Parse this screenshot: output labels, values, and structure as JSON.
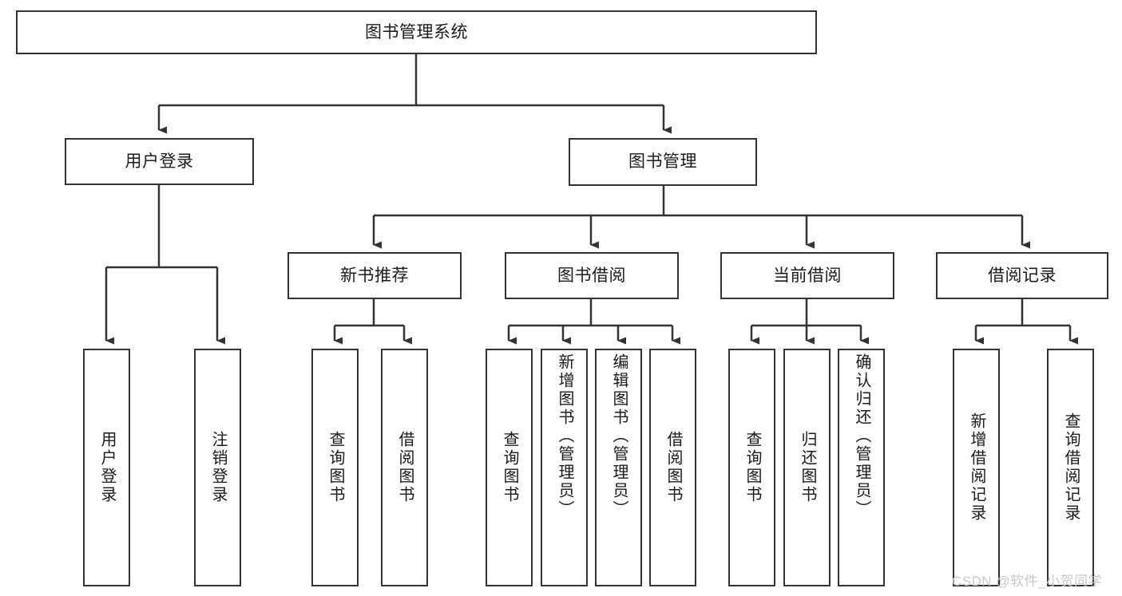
{
  "diagram": {
    "title": "图书管理系统",
    "type": "tree-hierarchy-chart",
    "line_color": "#333333",
    "box_fill": "#ffffff",
    "text_color": "#1a1a1a",
    "nodes": {
      "root": {
        "label": "图书管理系统"
      },
      "level1": [
        {
          "id": "user-login",
          "label": "用户登录"
        },
        {
          "id": "book-manage",
          "label": "图书管理"
        }
      ],
      "level2": [
        {
          "id": "new-book-recommend",
          "label": "新书推荐"
        },
        {
          "id": "book-borrow",
          "label": "图书借阅"
        },
        {
          "id": "current-borrow",
          "label": "当前借阅"
        },
        {
          "id": "borrow-record",
          "label": "借阅记录"
        }
      ],
      "leaves": {
        "user_login": [
          {
            "id": "leaf-user-login",
            "label": "用户登录"
          },
          {
            "id": "leaf-user-logout",
            "label": "注销登录"
          }
        ],
        "new_book_recommend": [
          {
            "id": "leaf-query-book-1",
            "label": "查询图书"
          },
          {
            "id": "leaf-borrow-book-1",
            "label": "借阅图书"
          }
        ],
        "book_borrow": [
          {
            "id": "leaf-query-book-2",
            "label": "查询图书"
          },
          {
            "id": "leaf-add-book",
            "label": "新增图书（管理员）"
          },
          {
            "id": "leaf-edit-book",
            "label": "编辑图书（管理员）"
          },
          {
            "id": "leaf-borrow-book-2",
            "label": "借阅图书"
          }
        ],
        "current_borrow": [
          {
            "id": "leaf-query-book-3",
            "label": "查询图书"
          },
          {
            "id": "leaf-return-book",
            "label": "归还图书"
          },
          {
            "id": "leaf-confirm-return",
            "label": "确认归还（管理员）"
          }
        ],
        "borrow_record": [
          {
            "id": "leaf-add-record",
            "label": "新增借阅记录"
          },
          {
            "id": "leaf-query-record",
            "label": "查询借阅记录"
          }
        ]
      }
    },
    "watermark": "CSDN @软件_小贺同学"
  }
}
